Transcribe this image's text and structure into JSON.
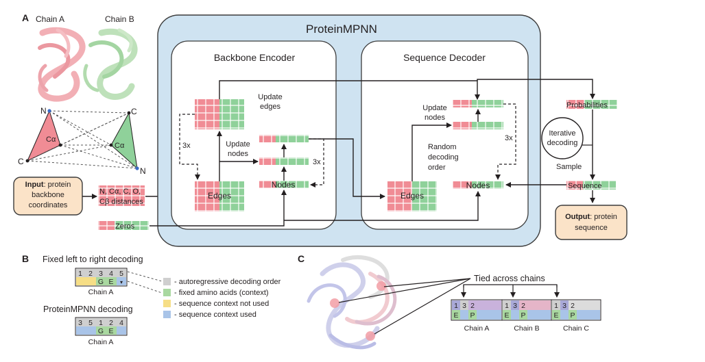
{
  "panel_a": {
    "letter": "A",
    "chain_a": "Chain A",
    "chain_b": "Chain B",
    "atom_n": "N",
    "atom_c": "C",
    "atom_ca": "Cα",
    "input_bold": "Input",
    "input_rest": ": protein",
    "input_line2": "backbone",
    "input_line3": "coordinates",
    "distances_line1": "N, Cα, C, O,",
    "distances_line2": "Cβ distances",
    "zeros": "Zeros"
  },
  "proteinmpnn": {
    "title": "ProteinMPNN",
    "encoder": {
      "title": "Backbone Encoder",
      "update_edges_1": "Update",
      "update_edges_2": "edges",
      "update_nodes_1": "Update",
      "update_nodes_2": "nodes",
      "repeat_left": "3x",
      "repeat_right": "3x",
      "edges": "Edges",
      "nodes": "Nodes"
    },
    "decoder": {
      "title": "Sequence Decoder",
      "update_nodes_1": "Update",
      "update_nodes_2": "nodes",
      "random_1": "Random",
      "random_2": "decoding",
      "random_3": "order",
      "repeat": "3x",
      "edges": "Edges",
      "nodes": "Nodes"
    }
  },
  "right": {
    "probabilities": "Probabilities",
    "iterative_1": "Iterative",
    "iterative_2": "decoding",
    "sample": "Sample",
    "sequence": "Sequence",
    "output_bold": "Output",
    "output_rest": ": protein",
    "output_line2": "sequence"
  },
  "panel_b": {
    "letter": "B",
    "fixed_title": "Fixed left to right decoding",
    "fixed_order": [
      "1",
      "2",
      "3",
      "4",
      "5"
    ],
    "fixed_residues": [
      "",
      "",
      "G",
      "E",
      ""
    ],
    "chain_a_1": "Chain A",
    "mpnn_title": "ProteinMPNN decoding",
    "mpnn_order": [
      "3",
      "5",
      "1",
      "2",
      "4"
    ],
    "mpnn_residues": [
      "",
      "",
      "G",
      "E",
      ""
    ],
    "chain_a_2": "Chain A",
    "legend": [
      {
        "label": "- autoregressive decoding order",
        "color": "#cfcfcf"
      },
      {
        "label": "- fixed amino acids (context)",
        "color": "#a9d8a0"
      },
      {
        "label": "- sequence context not used",
        "color": "#f6de86"
      },
      {
        "label": "- sequence context used",
        "color": "#a9c4e8"
      }
    ]
  },
  "panel_c": {
    "letter": "C",
    "tied_label": "Tied across chains",
    "chains": [
      {
        "name": "Chain A",
        "order": [
          "1",
          "3",
          "2"
        ],
        "residues": [
          "E",
          "",
          "P"
        ]
      },
      {
        "name": "Chain B",
        "order": [
          "1",
          "3",
          "2"
        ],
        "residues": [
          "E",
          "",
          "P"
        ]
      },
      {
        "name": "Chain C",
        "order": [
          "1",
          "3",
          "2"
        ],
        "residues": [
          "E",
          "",
          "P"
        ]
      }
    ]
  },
  "colors": {
    "panel_bg": "#cfe3f1",
    "panel_border": "#3b3b3b",
    "green": "#8fd19a",
    "red": "#f08c95",
    "grey": "#cfcfcf",
    "yellow": "#f6de86",
    "blue": "#a9c4e8",
    "box_fill": "#fbe3c8"
  }
}
